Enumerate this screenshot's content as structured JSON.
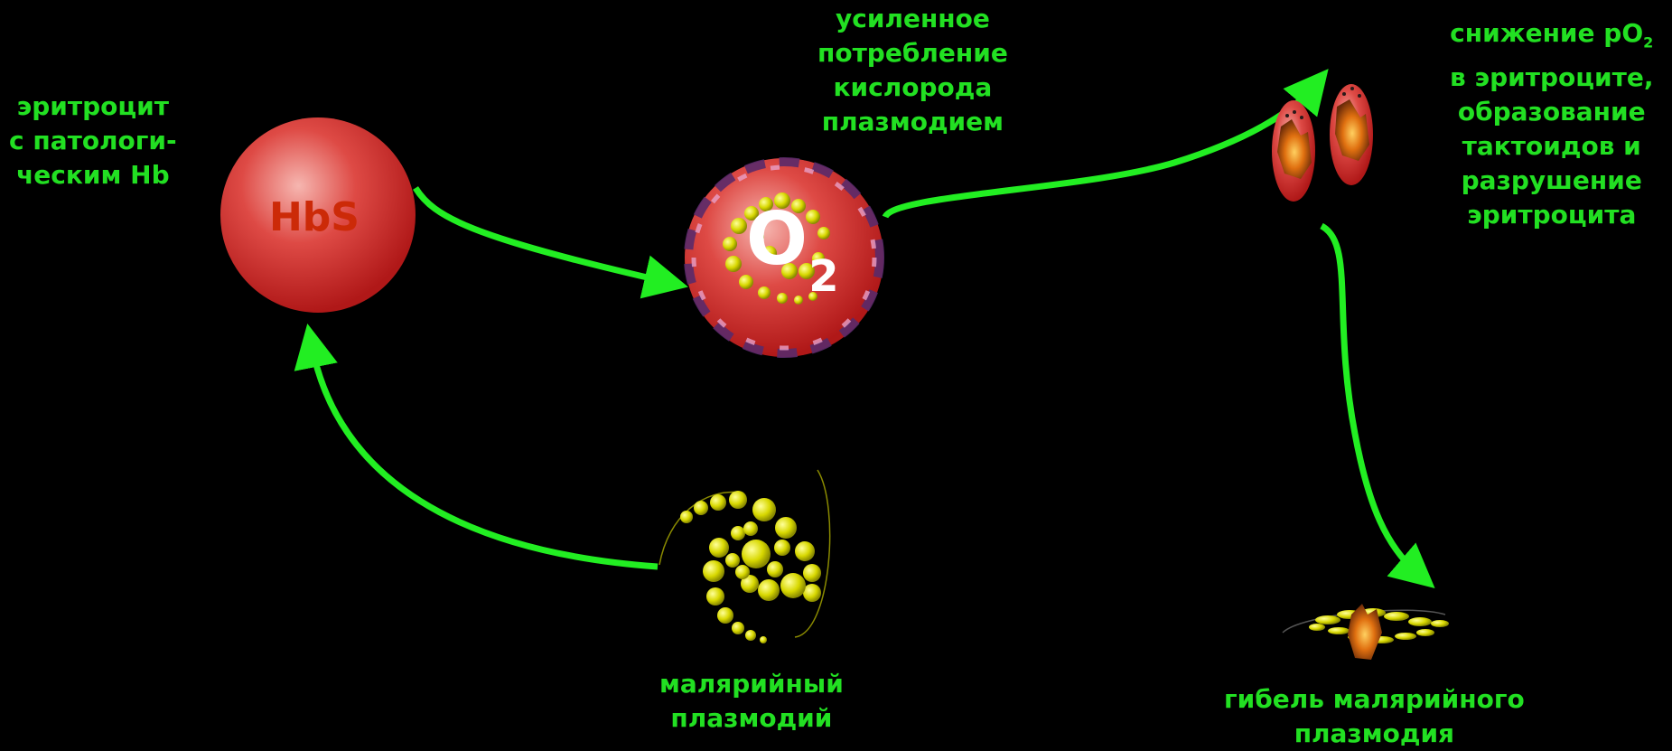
{
  "colors": {
    "background": "#000000",
    "text": "#22e022",
    "arrow": "#22ee22",
    "cell": "#d02a2a",
    "plasmodium": "#d8d800"
  },
  "labels": {
    "erythrocyte": [
      "эритроцит",
      "с патологи-",
      "ческим Hb"
    ],
    "oxygen_consumption": [
      "усиленное",
      "потребление",
      "кислорода",
      "плазмодием"
    ],
    "po2_drop": [
      "снижение pO",
      "в эритроците,",
      "образование",
      "тактоидов и",
      "разрушение",
      "эритроцита"
    ],
    "po2_subscript": "2",
    "plasmodium": [
      "малярийный",
      "плазмодий"
    ],
    "plasmodium_death": [
      "гибель малярийного",
      "плазмодия"
    ]
  },
  "nodes": {
    "hbs_cell": {
      "text": "HbS"
    },
    "o2_cell": {
      "main": "O",
      "sub": "2"
    }
  },
  "icons": [
    "hbs-cell-icon",
    "infected-cell-icon",
    "ruptured-cells-icon",
    "plasmodium-icon",
    "dead-plasmodium-icon"
  ]
}
